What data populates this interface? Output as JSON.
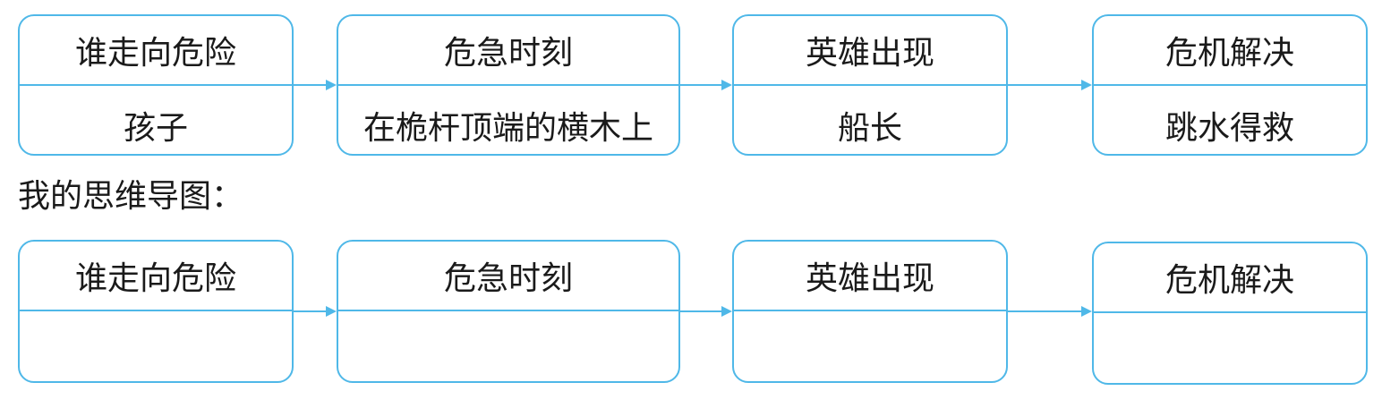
{
  "example_map": {
    "boxes": [
      {
        "header": "谁走向危险",
        "content": "孩子"
      },
      {
        "header": "危急时刻",
        "content": "在桅杆顶端的横木上"
      },
      {
        "header": "英雄出现",
        "content": "船长"
      },
      {
        "header": "危机解决",
        "content": "跳水得救"
      }
    ]
  },
  "caption": "我的思维导图：",
  "my_map": {
    "boxes": [
      {
        "header": "谁走向危险",
        "content": ""
      },
      {
        "header": "危急时刻",
        "content": ""
      },
      {
        "header": "英雄出现",
        "content": ""
      },
      {
        "header": "危机解决",
        "content": ""
      }
    ]
  },
  "colors": {
    "border": "#4fb8e8",
    "text": "#1a1a1a"
  }
}
